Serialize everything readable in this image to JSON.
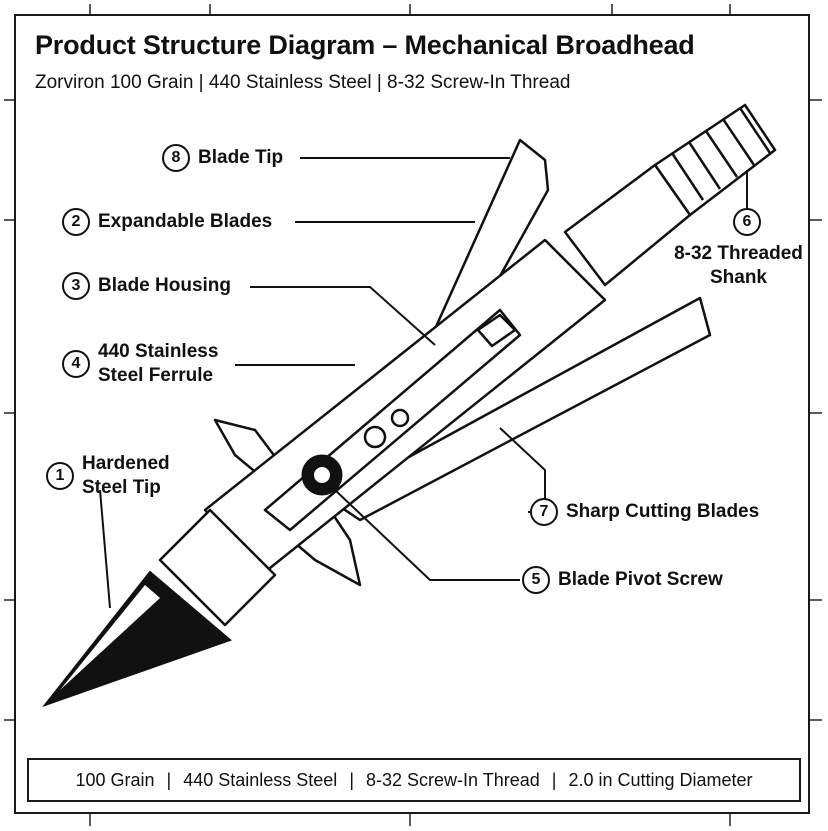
{
  "title": "Product Structure Diagram – Mechanical Broadhead",
  "subtitle": "Zorviron 100 Grain | 440 Stainless Steel | 8-32 Screw-In Thread",
  "callouts": [
    {
      "num": "1",
      "label": "Hardened\nSteel Tip"
    },
    {
      "num": "2",
      "label": "Expandable Blades"
    },
    {
      "num": "3",
      "label": "Blade Housing"
    },
    {
      "num": "4",
      "label": "440 Stainless\nSteel Ferrule"
    },
    {
      "num": "5",
      "label": "Blade Pivot Screw"
    },
    {
      "num": "6",
      "label": "8-32 Threaded\nShank"
    },
    {
      "num": "7",
      "label": "Sharp Cutting Blades"
    },
    {
      "num": "8",
      "label": "Blade Tip"
    }
  ],
  "specs": [
    "100 Grain",
    "440 Stainless Steel",
    "8-32 Screw-In Thread",
    "2.0 in Cutting Diameter"
  ],
  "colors": {
    "ink": "#111111",
    "paper": "#ffffff"
  }
}
